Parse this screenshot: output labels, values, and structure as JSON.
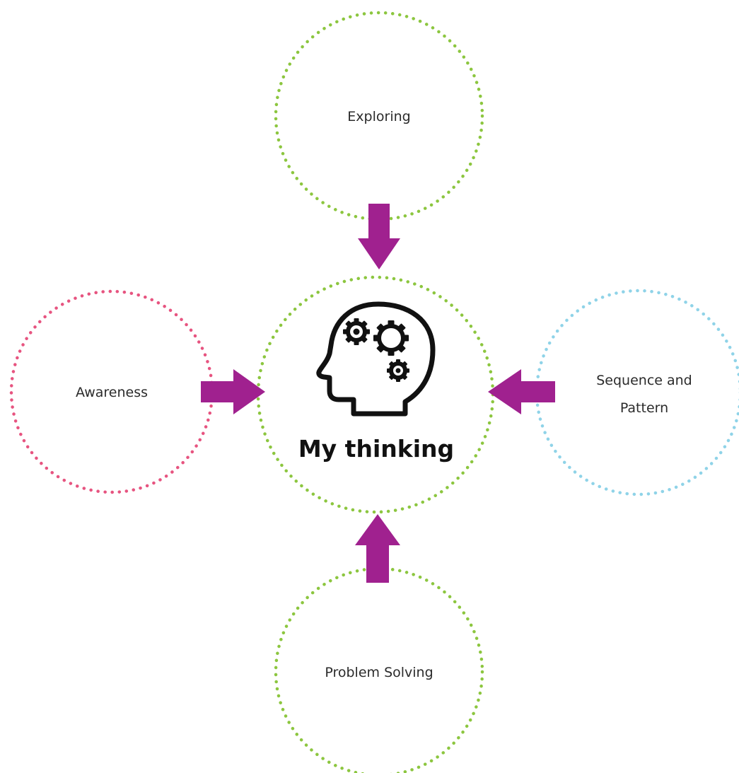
{
  "diagram": {
    "center": {
      "label": "My thinking",
      "icon": "head-gears-icon"
    },
    "nodes": {
      "top": {
        "label": "Exploring",
        "position": "top"
      },
      "left": {
        "label": "Awareness",
        "position": "left"
      },
      "right": {
        "label_line1": "Sequence and",
        "label_line2": "Pattern",
        "position": "right"
      },
      "bottom": {
        "label": "Problem Solving",
        "position": "bottom"
      }
    },
    "arrows": [
      "top-to-center",
      "left-to-center",
      "right-to-center",
      "bottom-to-center"
    ]
  },
  "colors": {
    "arrow": "#a0218f",
    "ring_green": "#8cc63f",
    "ring_pink": "#e75480",
    "ring_blue": "#8fd3e8",
    "text": "#2b2b2b"
  }
}
